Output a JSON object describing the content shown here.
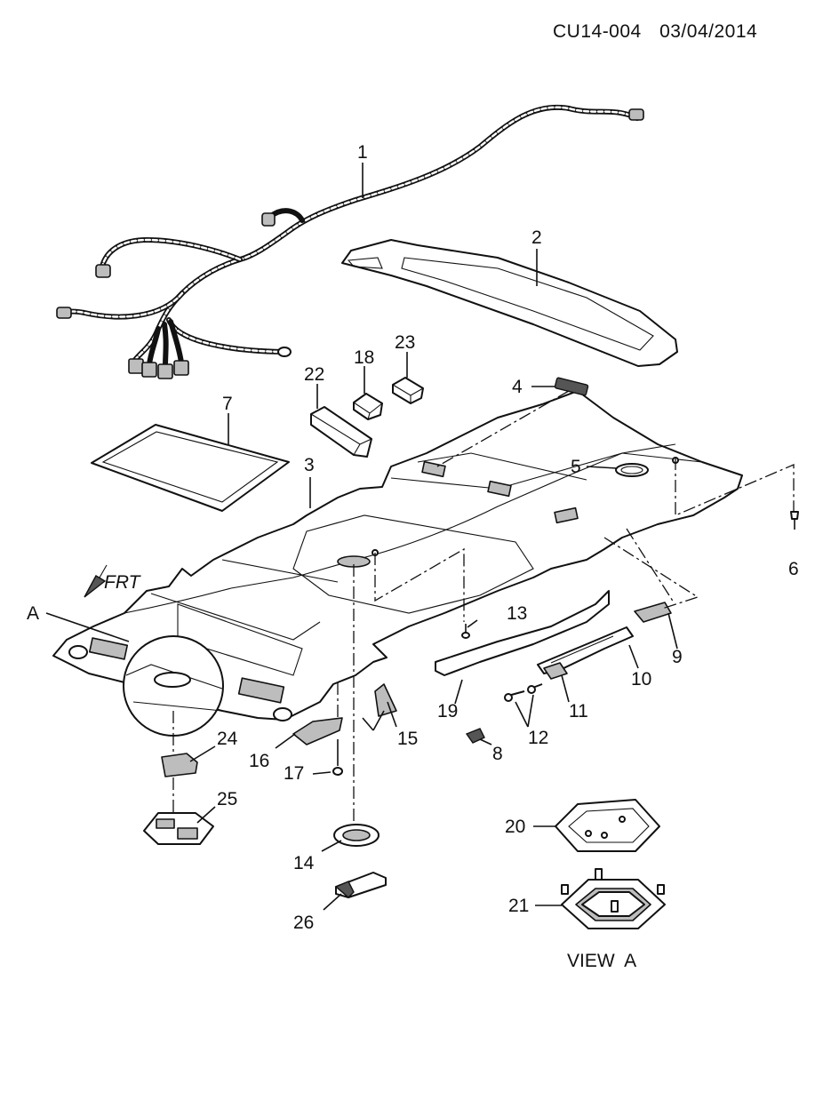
{
  "header": {
    "code": "CU14-004",
    "date": "03/04/2014"
  },
  "callouts": {
    "c1": "1",
    "c2": "2",
    "c3": "3",
    "c4": "4",
    "c5": "5",
    "c6": "6",
    "c7": "7",
    "c8": "8",
    "c9": "9",
    "c10": "10",
    "c11": "11",
    "c12": "12",
    "c13": "13",
    "c14": "14",
    "c15": "15",
    "c16": "16",
    "c17": "17",
    "c18": "18",
    "c19": "19",
    "c20": "20",
    "c21": "21",
    "c22": "22",
    "c23": "23",
    "c24": "24",
    "c25": "25",
    "c26": "26",
    "cA": "A"
  },
  "labels": {
    "front": "FRT",
    "view": "VIEW  A"
  }
}
